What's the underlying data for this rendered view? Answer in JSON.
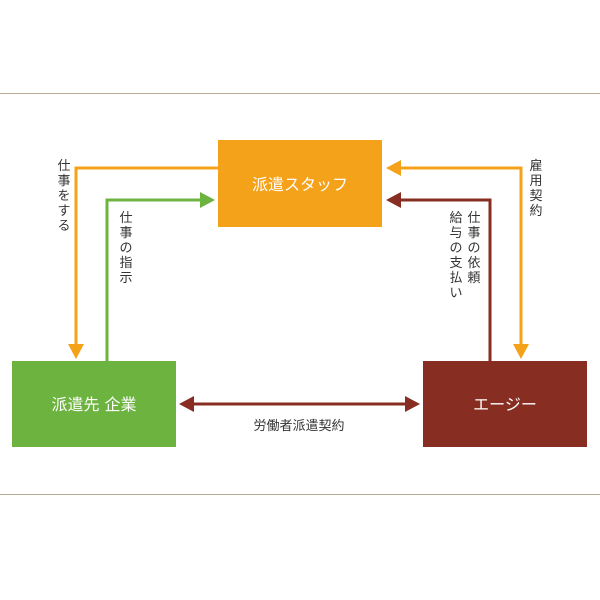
{
  "nodes": {
    "staff": {
      "label": "派遣スタッフ",
      "color": "#F5A21B"
    },
    "client": {
      "label": "派遣先 企業",
      "color": "#6DB33F"
    },
    "agency": {
      "label": "エージー",
      "color": "#882D22"
    }
  },
  "edges": {
    "work": {
      "label": "仕事をする",
      "color": "#F5A21B"
    },
    "instruction": {
      "label": "仕事の指示",
      "color": "#6DB33F"
    },
    "request": {
      "label_line1": "仕事の依頼",
      "label_line2": "給与の支払い",
      "color": "#882D22"
    },
    "employment": {
      "label": "雇用契約",
      "color": "#F5A21B"
    },
    "dispatch": {
      "label": "労働者派遣契約",
      "color": "#882D22"
    }
  },
  "rule_color": "#b9ab93"
}
